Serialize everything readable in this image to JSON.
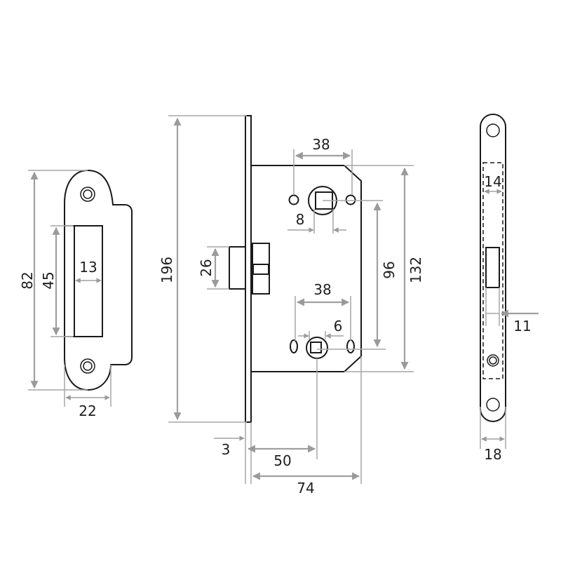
{
  "diagram": {
    "type": "technical-drawing",
    "subject": "mortise lock body with strike plate",
    "colors": {
      "outline": "#1a1a1a",
      "dimension": "#a0a0a0",
      "background": "#ffffff"
    },
    "views": {
      "strike_plate": {
        "dimensions": {
          "height": "82",
          "opening_height": "45",
          "opening_width": "13",
          "width": "22"
        }
      },
      "lock_body_side": {
        "dimensions": {
          "total_height": "196",
          "latch_height": "26",
          "top_spindle_hole_spacing": "38",
          "top_spindle_square": "8",
          "bottom_hole_spacing": "38",
          "bottom_spindle_square": "6",
          "center_distance": "96",
          "case_height": "132",
          "faceplate_thickness": "3",
          "backset": "50",
          "case_depth": "74"
        }
      },
      "faceplate_front": {
        "dimensions": {
          "case_width": "14",
          "latch_width": "11",
          "faceplate_width": "18"
        }
      }
    }
  }
}
